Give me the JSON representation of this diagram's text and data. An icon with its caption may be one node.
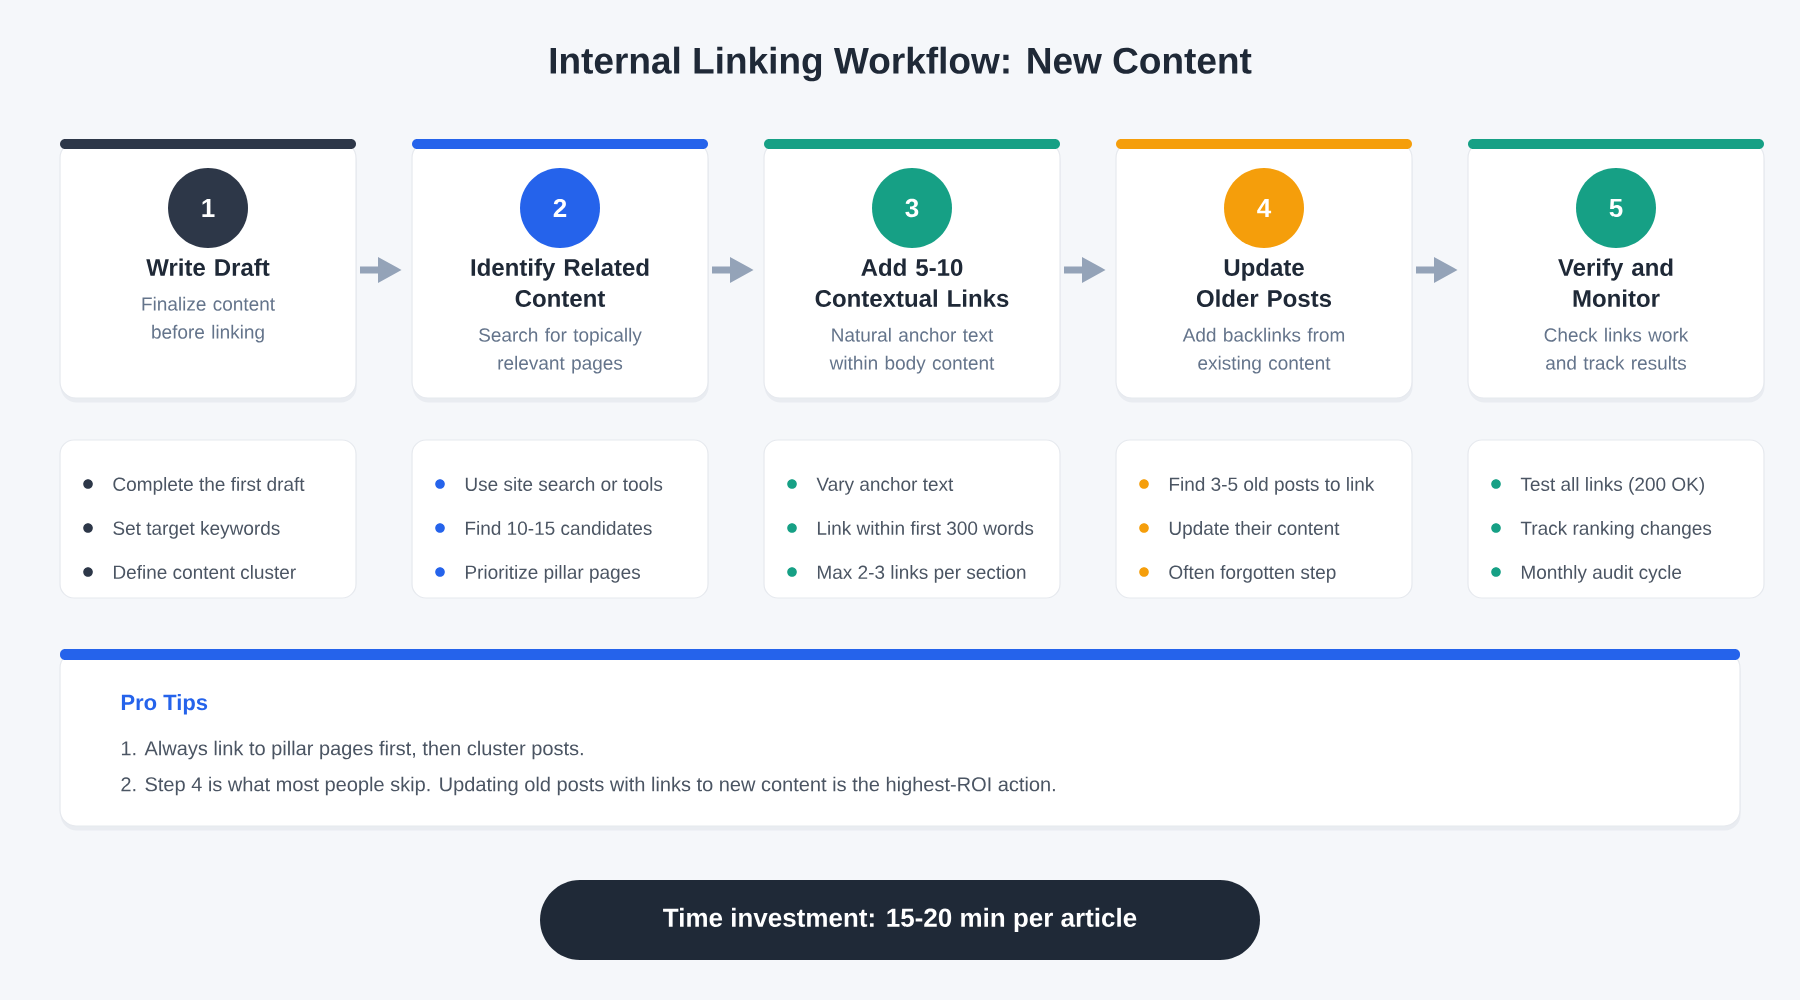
{
  "diagram": {
    "title": "Internal Linking Workflow: New Content",
    "nodes": [
      {
        "text": [
          "Write Draft",
          "Finalize content before linking"
        ]
      },
      {
        "text": [
          "1"
        ],
        "in": 0
      },
      {
        "text": [
          "Identify Related Content",
          "Search for topically relevant pages"
        ]
      },
      {
        "text": [
          "2"
        ],
        "in": 2
      },
      {
        "text": [
          "Add 5-10 Contextual Links",
          "Natural anchor text within body content"
        ]
      },
      {
        "text": [
          "3"
        ],
        "in": 4
      },
      {
        "text": [
          "Update Older Posts",
          "Add backlinks from existing content"
        ]
      },
      {
        "text": [
          "4"
        ],
        "in": 6
      },
      {
        "text": [
          "Verify and Monitor",
          "Check links work and track results"
        ]
      },
      {
        "text": [
          "5"
        ],
        "in": 8
      },
      {
        "text": [
          "Complete the first draft",
          "Set target keywords",
          "Define content cluster"
        ]
      },
      {
        "text": [
          "Use site search or tools",
          "Find 10-15 candidates",
          "Prioritize pillar pages"
        ]
      },
      {
        "text": [
          "Vary anchor text",
          "Link within first 300 words",
          "Max 2-3 links per section"
        ]
      },
      {
        "text": [
          "Find 3-5 old posts to link",
          "Update their content",
          "Often forgotten step"
        ]
      },
      {
        "text": [
          "Test all links (200 OK)",
          "Track ranking changes",
          "Monthly audit cycle"
        ]
      },
      {
        "text": [
          "Pro Tips",
          "1. Always link to pillar pages first, then cluster posts.",
          "2. Step 4 is what most people skip. Updating old posts with links to new content is the highest-ROI action."
        ]
      },
      {
        "text": [
          "Time investment: 15-20 min per article"
        ]
      }
    ],
    "edges": [
      {
        "from": 0,
        "to": 2,
        "arrow": "to"
      },
      {
        "from": 2,
        "to": 4,
        "arrow": "to"
      },
      {
        "from": 4,
        "to": 6,
        "arrow": "to"
      },
      {
        "from": 6,
        "to": 8,
        "arrow": "to"
      }
    ]
  }
}
